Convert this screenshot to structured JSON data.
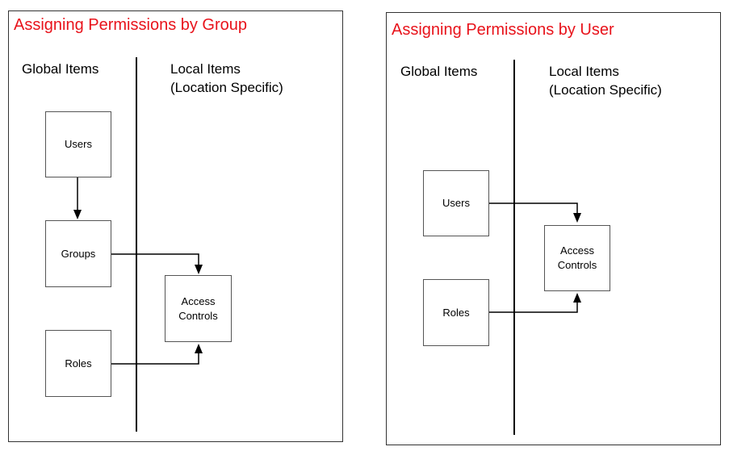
{
  "colors": {
    "title": "#e8131b",
    "border": "#333333",
    "line": "#000000"
  },
  "panels": [
    {
      "title": "Assigning Permissions by Group",
      "global_heading": "Global Items",
      "local_heading_line1": "Local Items",
      "local_heading_line2": "(Location Specific)",
      "nodes": {
        "users": "Users",
        "groups": "Groups",
        "roles": "Roles",
        "access_controls_line1": "Access",
        "access_controls_line2": "Controls"
      }
    },
    {
      "title": "Assigning Permissions by User",
      "global_heading": "Global Items",
      "local_heading_line1": "Local Items",
      "local_heading_line2": "(Location Specific)",
      "nodes": {
        "users": "Users",
        "roles": "Roles",
        "access_controls_line1": "Access",
        "access_controls_line2": "Controls"
      }
    }
  ]
}
